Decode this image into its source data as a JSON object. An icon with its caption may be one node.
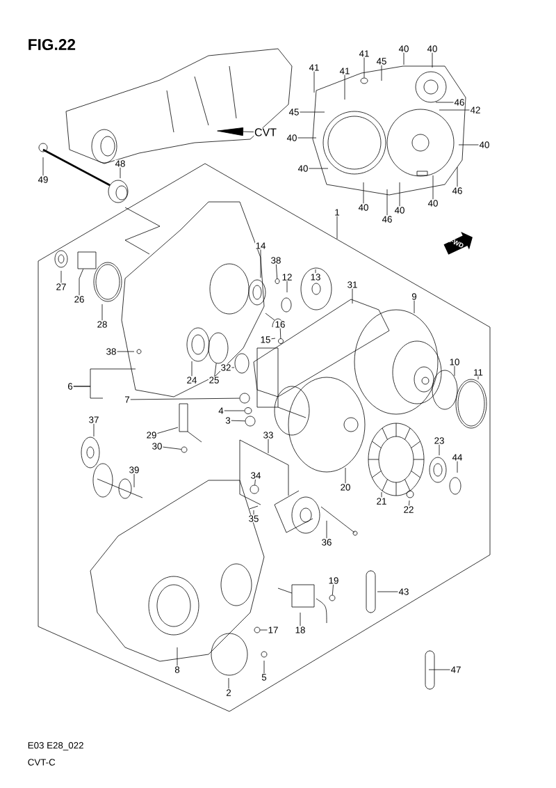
{
  "diagram": {
    "title": "FIG.22",
    "nodes": [
      {
        "text": [
          "CVT"
        ]
      },
      {
        "text": [
          "41"
        ]
      },
      {
        "text": [
          "41"
        ]
      },
      {
        "text": [
          "41"
        ]
      },
      {
        "text": [
          "45"
        ]
      },
      {
        "text": [
          "40"
        ]
      },
      {
        "text": [
          "40"
        ]
      },
      {
        "text": [
          "46"
        ]
      },
      {
        "text": [
          "42"
        ]
      },
      {
        "text": [
          "45"
        ]
      },
      {
        "text": [
          "40"
        ]
      },
      {
        "text": [
          "40"
        ]
      },
      {
        "text": [
          "40"
        ]
      },
      {
        "text": [
          "49"
        ]
      },
      {
        "text": [
          "48"
        ]
      },
      {
        "text": [
          "40"
        ]
      },
      {
        "text": [
          "46"
        ]
      },
      {
        "text": [
          "40"
        ]
      },
      {
        "text": [
          "40"
        ]
      },
      {
        "text": [
          "46"
        ]
      },
      {
        "text": [
          "1"
        ]
      },
      {
        "text": [
          "14"
        ]
      },
      {
        "text": [
          "38"
        ]
      },
      {
        "text": [
          "12"
        ]
      },
      {
        "text": [
          "13"
        ]
      },
      {
        "text": [
          "31"
        ]
      },
      {
        "text": [
          "27"
        ]
      },
      {
        "text": [
          "9"
        ]
      },
      {
        "text": [
          "26"
        ]
      },
      {
        "text": [
          "28"
        ]
      },
      {
        "text": [
          "16"
        ]
      },
      {
        "text": [
          "15"
        ]
      },
      {
        "text": [
          "38"
        ]
      },
      {
        "text": [
          "32"
        ]
      },
      {
        "text": [
          "10"
        ]
      },
      {
        "text": [
          "11"
        ]
      },
      {
        "text": [
          "24"
        ]
      },
      {
        "text": [
          "25"
        ]
      },
      {
        "text": [
          "6"
        ]
      },
      {
        "text": [
          "7"
        ]
      },
      {
        "text": [
          "4"
        ]
      },
      {
        "text": [
          "3"
        ]
      },
      {
        "text": [
          "37"
        ]
      },
      {
        "text": [
          "29"
        ]
      },
      {
        "text": [
          "33"
        ]
      },
      {
        "text": [
          "23"
        ]
      },
      {
        "text": [
          "30"
        ]
      },
      {
        "text": [
          "44"
        ]
      },
      {
        "text": [
          "39"
        ]
      },
      {
        "text": [
          "34"
        ]
      },
      {
        "text": [
          "20"
        ]
      },
      {
        "text": [
          "21"
        ]
      },
      {
        "text": [
          "22"
        ]
      },
      {
        "text": [
          "35"
        ]
      },
      {
        "text": [
          "36"
        ]
      },
      {
        "text": [
          "19"
        ]
      },
      {
        "text": [
          "43"
        ]
      },
      {
        "text": [
          "17"
        ]
      },
      {
        "text": [
          "18"
        ]
      },
      {
        "text": [
          "8"
        ]
      },
      {
        "text": [
          "5"
        ]
      },
      {
        "text": [
          "2"
        ]
      },
      {
        "text": [
          "47"
        ]
      },
      {
        "text": [],
        "shape": "circle"
      },
      {
        "text": [],
        "shape": "box"
      },
      {
        "text": [],
        "shape": "circle"
      },
      {
        "text": [],
        "shape": "circle"
      },
      {
        "text": [],
        "shape": "circle"
      },
      {
        "text": [],
        "shape": "circle"
      },
      {
        "text": [],
        "shape": "circle"
      },
      {
        "text": [],
        "shape": "circle"
      },
      {
        "text": [],
        "shape": "circle"
      },
      {
        "text": [],
        "shape": "circle"
      },
      {
        "text": [],
        "shape": "circle"
      },
      {
        "text": [],
        "shape": "circle"
      }
    ],
    "edges": [
      {
        "from": 0,
        "to": null,
        "arrow": "to"
      },
      {
        "from": 1,
        "to": null,
        "arrow": "none"
      },
      {
        "from": 2,
        "to": null,
        "arrow": "none"
      },
      {
        "from": 3,
        "to": 63,
        "arrow": "none"
      },
      {
        "from": 4,
        "to": null,
        "arrow": "none"
      },
      {
        "from": 5,
        "to": null,
        "arrow": "none"
      },
      {
        "from": 6,
        "to": null,
        "arrow": "none"
      },
      {
        "from": 7,
        "to": null,
        "arrow": "none"
      },
      {
        "from": 8,
        "to": null,
        "arrow": "none"
      },
      {
        "from": 9,
        "to": null,
        "arrow": "none"
      },
      {
        "from": 10,
        "to": null,
        "arrow": "none"
      },
      {
        "from": 11,
        "to": null,
        "arrow": "none"
      },
      {
        "from": 12,
        "to": null,
        "arrow": "none"
      },
      {
        "from": 13,
        "to": null,
        "arrow": "none"
      },
      {
        "from": 14,
        "to": null,
        "arrow": "none"
      },
      {
        "from": 15,
        "to": null,
        "arrow": "none"
      },
      {
        "from": 16,
        "to": null,
        "arrow": "none"
      },
      {
        "from": 17,
        "to": null,
        "arrow": "none"
      },
      {
        "from": 18,
        "to": null,
        "arrow": "none"
      },
      {
        "from": 19,
        "to": null,
        "arrow": "none"
      },
      {
        "from": 20,
        "to": null,
        "arrow": "none"
      },
      {
        "from": 21,
        "to": null,
        "arrow": "none"
      },
      {
        "from": 22,
        "to": 65,
        "arrow": "none"
      },
      {
        "from": 23,
        "to": null,
        "arrow": "none"
      },
      {
        "from": 24,
        "to": null,
        "arrow": "none"
      },
      {
        "from": 25,
        "to": null,
        "arrow": "none"
      },
      {
        "from": 26,
        "to": null,
        "arrow": "none"
      },
      {
        "from": 27,
        "to": null,
        "arrow": "none"
      },
      {
        "from": 28,
        "to": 64,
        "arrow": "none"
      },
      {
        "from": 29,
        "to": null,
        "arrow": "none"
      },
      {
        "from": 30,
        "to": null,
        "arrow": "none"
      },
      {
        "from": 31,
        "to": null,
        "arrow": "none"
      },
      {
        "from": 32,
        "to": null,
        "arrow": "none"
      },
      {
        "from": 33,
        "to": null,
        "arrow": "none"
      },
      {
        "from": 34,
        "to": null,
        "arrow": "none"
      },
      {
        "from": 35,
        "to": null,
        "arrow": "none"
      },
      {
        "from": 36,
        "to": null,
        "arrow": "none"
      },
      {
        "from": 37,
        "to": 67,
        "arrow": "none"
      },
      {
        "from": 38,
        "to": null,
        "arrow": "none"
      },
      {
        "from": 39,
        "to": 68,
        "arrow": "none"
      },
      {
        "from": 40,
        "to": 69,
        "arrow": "none"
      },
      {
        "from": 41,
        "to": 70,
        "arrow": "none"
      },
      {
        "from": 42,
        "to": null,
        "arrow": "none"
      },
      {
        "from": 43,
        "to": null,
        "arrow": "none"
      },
      {
        "from": 44,
        "to": null,
        "arrow": "none"
      },
      {
        "from": 45,
        "to": null,
        "arrow": "none"
      },
      {
        "from": 46,
        "to": 71,
        "arrow": "none"
      },
      {
        "from": 47,
        "to": null,
        "arrow": "none"
      },
      {
        "from": 48,
        "to": null,
        "arrow": "none"
      },
      {
        "from": 49,
        "to": 72,
        "arrow": "none"
      },
      {
        "from": 50,
        "to": null,
        "arrow": "none"
      },
      {
        "from": 51,
        "to": null,
        "arrow": "none"
      },
      {
        "from": 52,
        "to": null,
        "arrow": "none"
      },
      {
        "from": 53,
        "to": null,
        "arrow": "none"
      },
      {
        "from": 54,
        "to": null,
        "arrow": "none"
      },
      {
        "from": 55,
        "to": 73,
        "arrow": "none"
      },
      {
        "from": 56,
        "to": null,
        "arrow": "none"
      },
      {
        "from": 57,
        "to": 74,
        "arrow": "none"
      },
      {
        "from": 58,
        "to": null,
        "arrow": "none"
      },
      {
        "from": 59,
        "to": null,
        "arrow": "none"
      },
      {
        "from": 60,
        "to": null,
        "arrow": "none"
      },
      {
        "from": 61,
        "to": null,
        "arrow": "none"
      },
      {
        "from": 62,
        "to": null,
        "arrow": "none"
      },
      {
        "from": 30,
        "to": 66,
        "arrow": "none"
      },
      {
        "from": 38,
        "to": null,
        "arrow": "none"
      }
    ],
    "labels": [
      "FWD",
      "E03 E28_022",
      "CVT-C"
    ]
  }
}
